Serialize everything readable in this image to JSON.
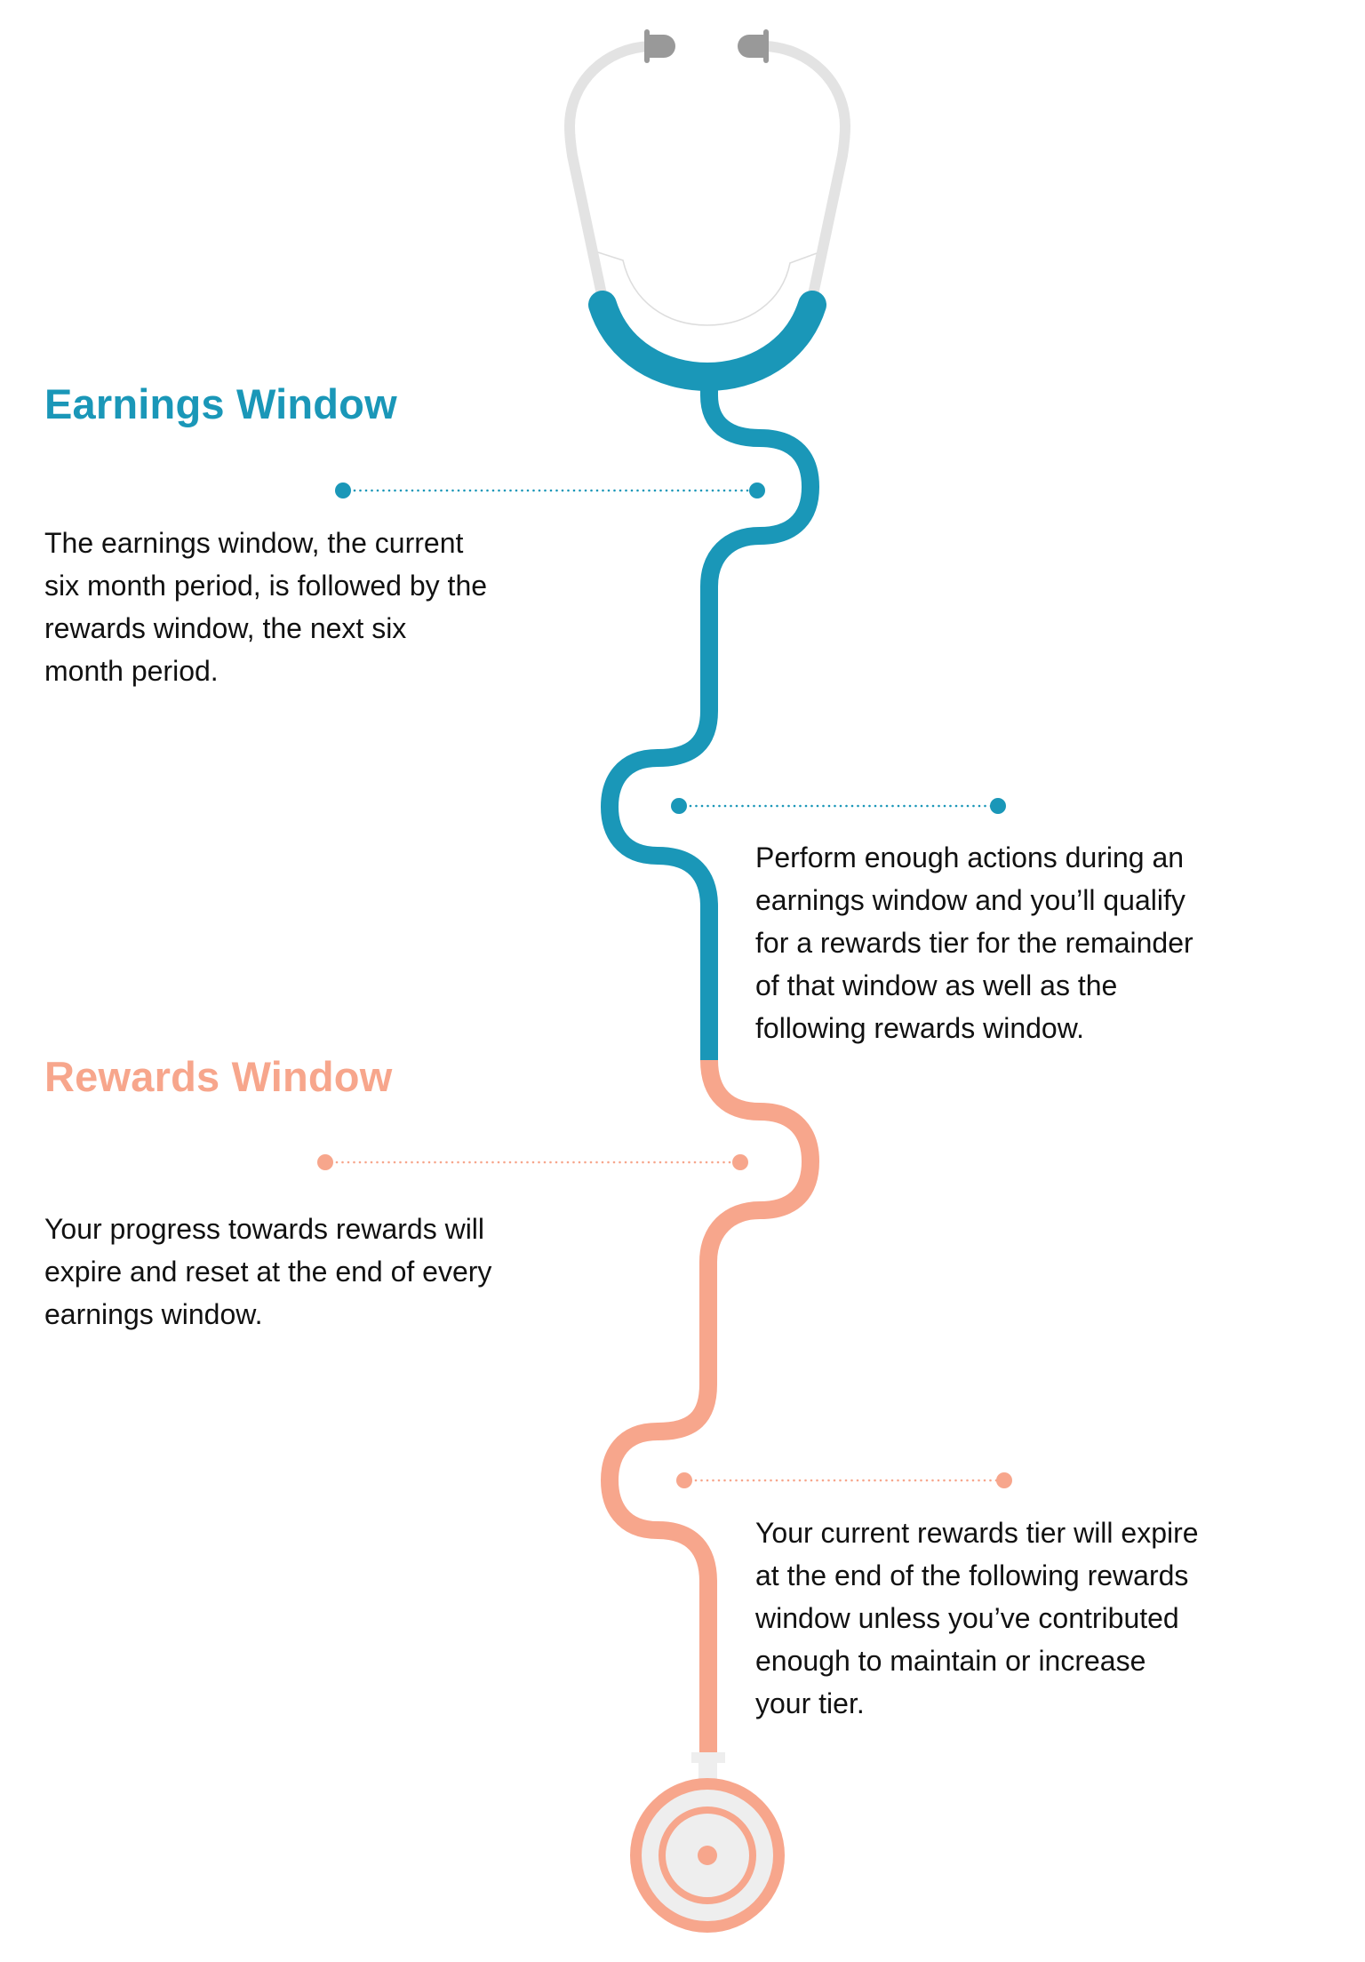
{
  "colors": {
    "earnings": "#1a97b8",
    "rewards": "#f7a68c",
    "text": "#111111",
    "tubing": "#e3e3e3",
    "earpieces": "#999999",
    "chestpiece_face": "#eeeeee"
  },
  "illustration": {
    "subject": "stethoscope timeline",
    "icons": [
      "stethoscope-earpiece-icon",
      "stethoscope-chestpiece-icon"
    ]
  },
  "sections": [
    {
      "title": "Earnings Window",
      "color": "#1a97b8",
      "callouts": [
        {
          "side": "left",
          "lines": [
            "The earnings window, the current",
            "six month period, is followed by the",
            "rewards window, the next six",
            "month period."
          ]
        },
        {
          "side": "right",
          "lines": [
            "Perform enough actions during an",
            "earnings window and you’ll qualify",
            "for a rewards tier for the remainder",
            "of that window as well as the",
            "following rewards window."
          ]
        }
      ]
    },
    {
      "title": "Rewards Window",
      "color": "#f7a68c",
      "callouts": [
        {
          "side": "left",
          "lines": [
            "Your progress towards rewards will",
            "expire and reset at the end of every",
            "earnings window."
          ]
        },
        {
          "side": "right",
          "lines": [
            "Your current rewards tier will expire",
            "at the end of the following rewards",
            "window unless you’ve contributed",
            "enough to maintain or increase",
            "your tier."
          ]
        }
      ]
    }
  ]
}
